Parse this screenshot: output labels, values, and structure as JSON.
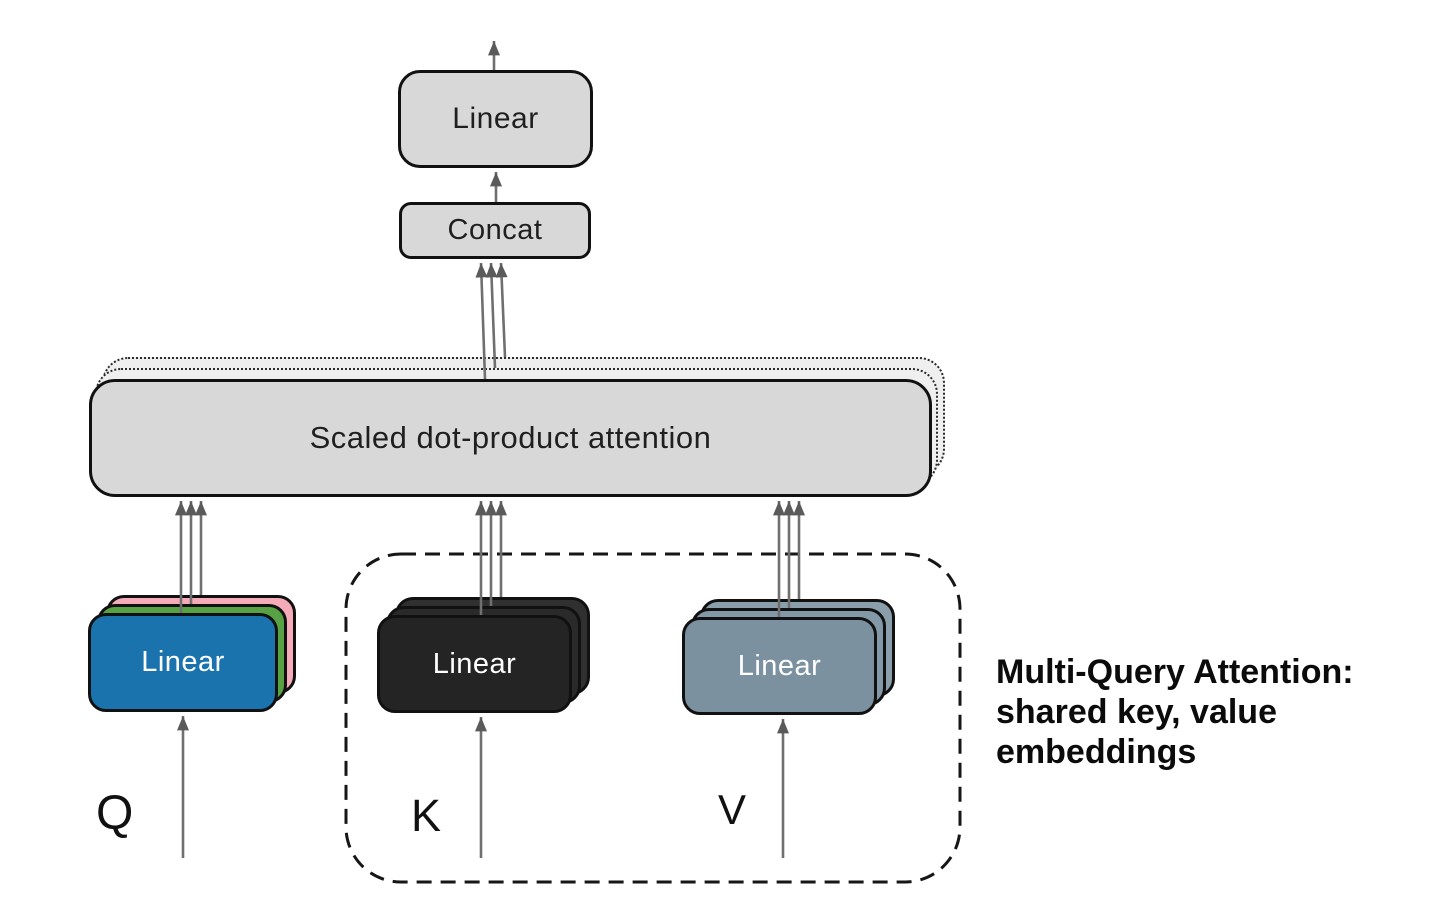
{
  "figure": {
    "type": "architecture-diagram",
    "caption": {
      "line1": "Multi-Query Attention:",
      "line2": "shared key, value",
      "line3": "embeddings"
    },
    "nodes": {
      "output_linear": "Linear",
      "concat": "Concat",
      "attention": "Scaled dot-product attention",
      "q_linear": "Linear",
      "k_linear": "Linear",
      "v_linear": "Linear"
    },
    "io_labels": {
      "q": "Q",
      "k": "K",
      "v": "V"
    },
    "colors": {
      "q_front": "#1b73ae",
      "q_mid": "#58a245",
      "q_back": "#f6abb9",
      "k_front": "#242424",
      "k_mid": "#2a2a2a",
      "k_back": "#303030",
      "v_front": "#7b91a0",
      "v_mid": "#8399a7",
      "v_back": "#8a9eab",
      "box_fill": "#d8d8d8",
      "ghost_fill": "#efefef",
      "outline": "#111111",
      "arrow": "#6f6f6f",
      "arrowhead": "#5a5a5a",
      "text_dark": "#1f1f1f",
      "text_light": "#ffffff"
    }
  }
}
